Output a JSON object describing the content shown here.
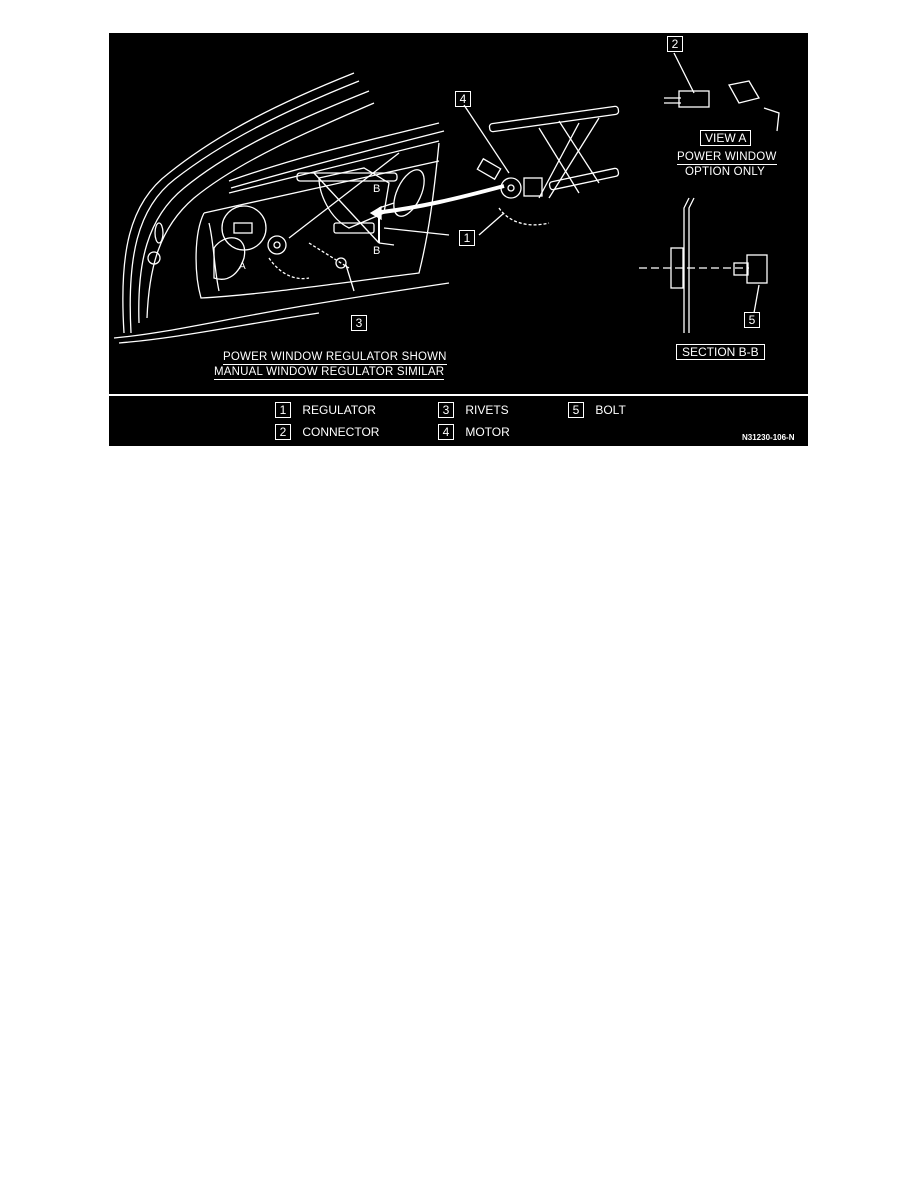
{
  "figure": {
    "callouts": {
      "c1": "1",
      "c2": "2",
      "c3": "3",
      "c4": "4",
      "c5": "5"
    },
    "view_a": {
      "box_label": "VIEW A",
      "line1": "POWER WINDOW",
      "line2": "OPTION ONLY"
    },
    "section": {
      "box_label": "SECTION B-B"
    },
    "main_caption": {
      "line1": "POWER WINDOW REGULATOR SHOWN",
      "line2": "MANUAL WINDOW REGULATOR SIMILAR"
    },
    "markers": {
      "a": "A",
      "b_top": "B",
      "b_bottom": "B"
    },
    "legend": [
      {
        "num": "1",
        "label": "REGULATOR"
      },
      {
        "num": "2",
        "label": "CONNECTOR"
      },
      {
        "num": "3",
        "label": "RIVETS"
      },
      {
        "num": "4",
        "label": "MOTOR"
      },
      {
        "num": "5",
        "label": "BOLT"
      }
    ],
    "figure_code": "N31230-106-N",
    "colors": {
      "background": "#000000",
      "linework": "#ffffff",
      "page": "#ffffff"
    }
  }
}
